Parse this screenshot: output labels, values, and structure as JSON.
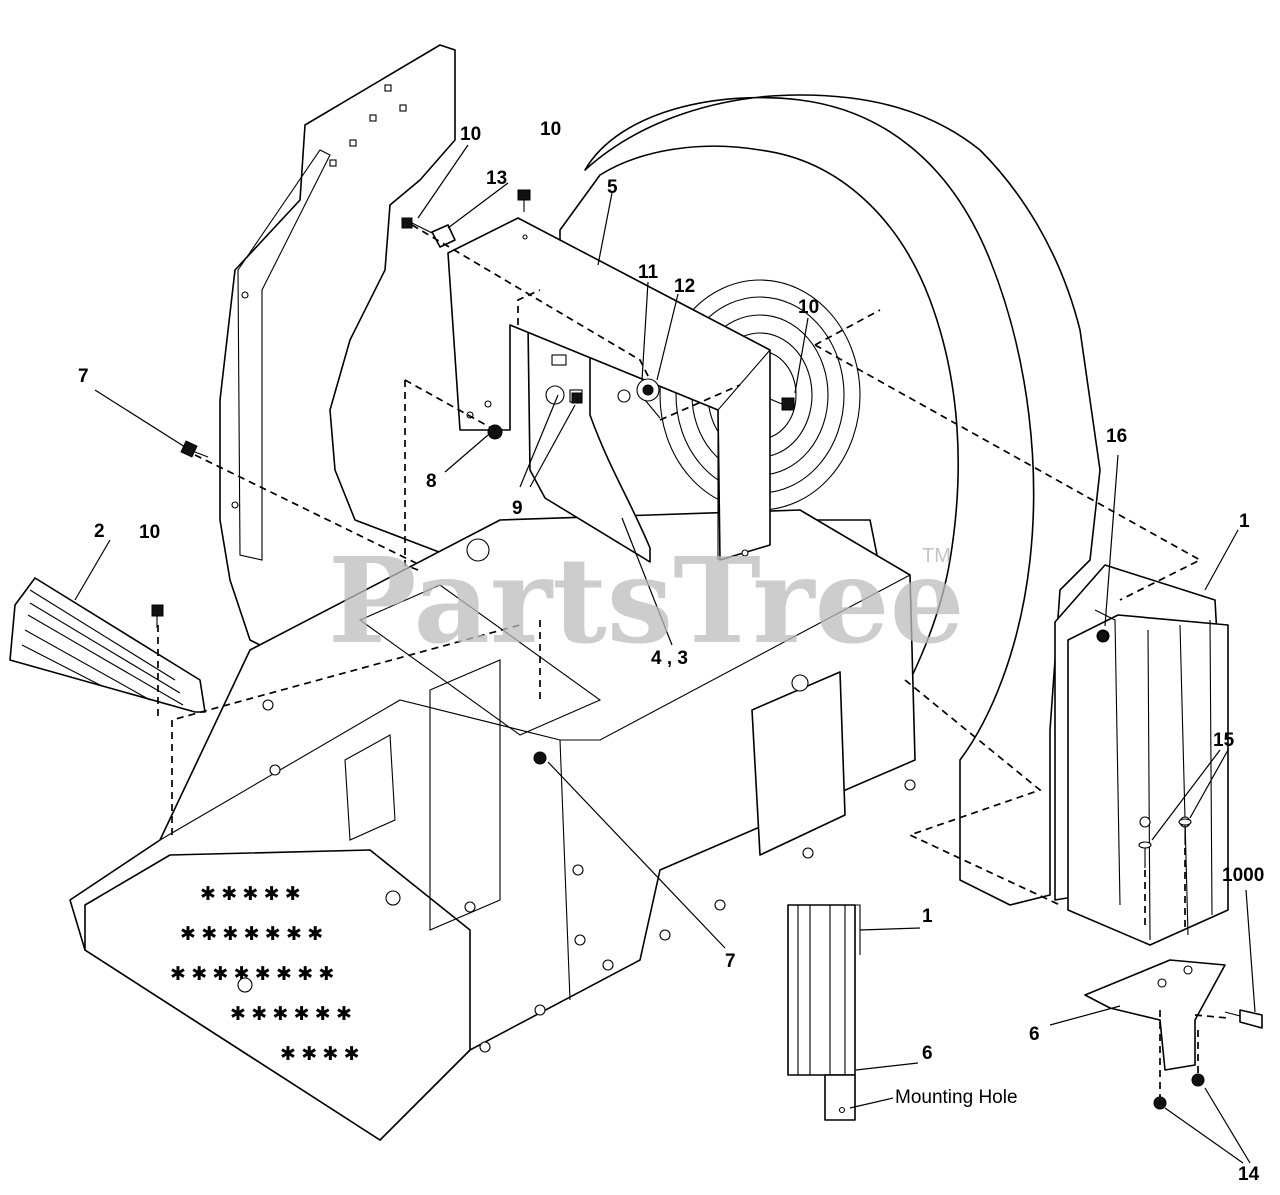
{
  "watermark": {
    "brand": "PartsTree",
    "trademark": "TM"
  },
  "callouts": {
    "c1": "1",
    "c1b": "1",
    "c2": "2",
    "c4_3": "4 , 3",
    "c5": "5",
    "c6": "6",
    "c6b": "6",
    "c7": "7",
    "c7b": "7",
    "c8": "8",
    "c9": "9",
    "c10a": "10",
    "c10b": "10",
    "c10c": "10",
    "c10d": "10",
    "c11": "11",
    "c12": "12",
    "c13": "13",
    "c14": "14",
    "c15": "15",
    "c16": "16",
    "c1000": "1000"
  },
  "notes": {
    "mounting_hole": "Mounting Hole"
  }
}
